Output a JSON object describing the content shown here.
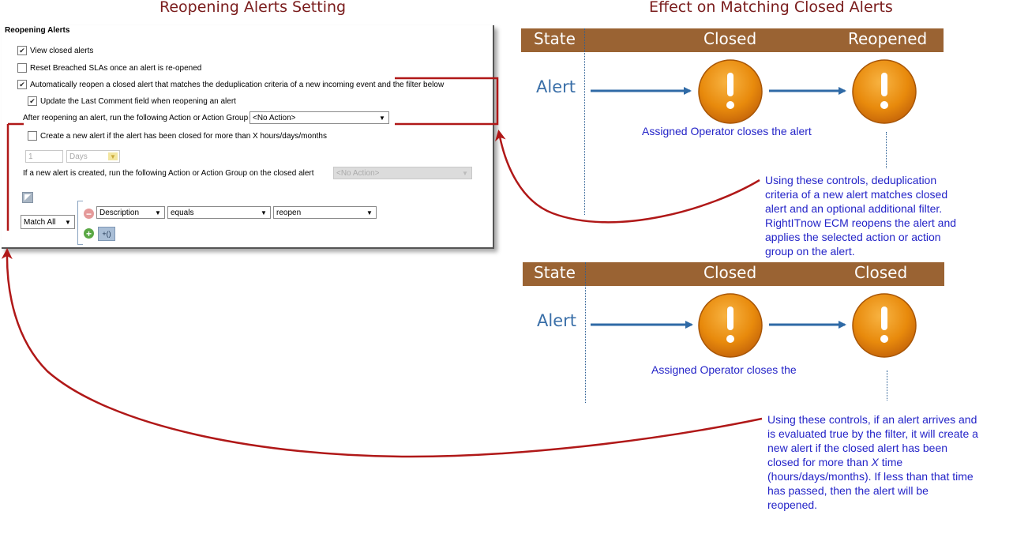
{
  "headings": {
    "left": "Reopening Alerts Setting",
    "right": "Effect on Matching Closed Alerts"
  },
  "panel": {
    "title": "Reopening Alerts",
    "view_closed": "View closed alerts",
    "reset_slas": "Reset Breached SLAs once an alert is re-opened",
    "auto_reopen": "Automatically reopen a closed alert that matches the deduplication criteria of a new incoming event and the filter below",
    "update_comment": "Update the Last Comment field when reopening an alert",
    "after_reopen": "After reopening an alert, run the following Action or Action Group",
    "no_action": "<No Action>",
    "create_new": "Create a new alert if the alert has been closed for more than X hours/days/months",
    "num_value": "1",
    "unit_value": "Days",
    "if_created": "If a new alert is created, run the following Action or Action Group on the closed alert",
    "no_action_disabled": "<No Action>",
    "match_all": "Match All",
    "field": "Description",
    "operator": "equals",
    "value": "reopen",
    "group_btn": "+()",
    "checked_mark": "✔",
    "minus": "−",
    "plus": "+"
  },
  "top_diagram": {
    "state": "State",
    "col1": "Closed",
    "col2": "Reopened",
    "alert": "Alert",
    "caption": "Assigned Operator closes the alert",
    "note": [
      "Using these controls, deduplication",
      "criteria of a new alert matches closed",
      "alert and an optional additional filter.",
      "RightITnow ECM reopens the alert and",
      "applies the selected action or action",
      "group on the alert."
    ]
  },
  "bottom_diagram": {
    "state": "State",
    "col1": "Closed",
    "col2": "Closed",
    "alert": "Alert",
    "caption": "Assigned Operator closes the",
    "note": [
      "Using these controls, if an alert arrives and",
      "is evaluated true by the filter, it will create a",
      "new alert if the closed alert has been",
      "closed for more than |X| time",
      "(hours/days/months). If less than that time",
      "has passed, then the alert will be",
      "reopened."
    ]
  },
  "icons": {
    "alert_icon": "exclamation-circle-icon",
    "arrow": "right-arrow-icon"
  },
  "colors": {
    "heading": "#7a1c1c",
    "header_bar": "#9a6333",
    "alert_label": "#3a6fa8",
    "arrow": "#2f6aa6",
    "callout_line": "#b01818",
    "note_text": "#2424c8",
    "icon_orange": "#e88a0c"
  }
}
